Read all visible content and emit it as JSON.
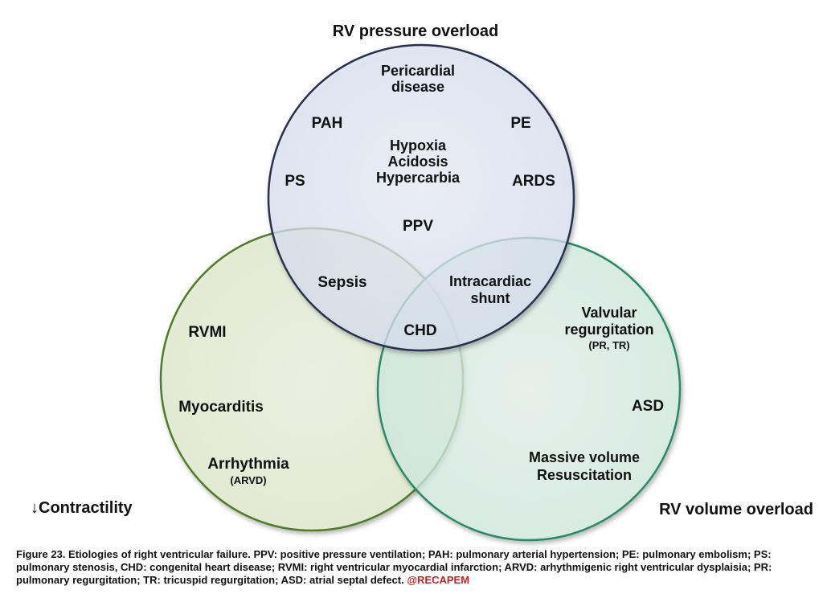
{
  "groups": {
    "pressure": "RV pressure overload",
    "contractility": "↓Contractility",
    "volume": "RV volume overload"
  },
  "circle_colors": {
    "pressure_fill": "#dce4f5",
    "pressure_stroke": "#27324f",
    "contractility_fill": "#e2edcf",
    "contractility_stroke": "#4f7d2a",
    "volume_fill": "#d4efe4",
    "volume_stroke": "#2a8a68"
  },
  "labels": {
    "pericardial_1": "Pericardial",
    "pericardial_2": "disease",
    "pah": "PAH",
    "pe": "PE",
    "hypoxia": "Hypoxia",
    "acidosis": "Acidosis",
    "hypercarbia": "Hypercarbia",
    "ps": "PS",
    "ards": "ARDS",
    "ppv": "PPV",
    "sepsis": "Sepsis",
    "intracardiac_1": "Intracardiac",
    "intracardiac_2": "shunt",
    "chd": "CHD",
    "rvmi": "RVMI",
    "valvular_1": "Valvular",
    "valvular_2": "regurgitation",
    "valvular_3": "(PR, TR)",
    "myocarditis": "Myocarditis",
    "asd": "ASD",
    "arrhythmia": "Arrhythmia",
    "arvd": "(ARVD)",
    "massive_1": "Massive volume",
    "massive_2": "Resuscitation"
  },
  "caption": {
    "text": "Figure 23. Etiologies of right ventricular failure. PPV: positive pressure ventilation; PAH: pulmonary arterial hypertension; PE: pulmonary embolism; PS: pulmonary stenosis, CHD: congenital heart disease; RVMI: right ventricular myocardial infarction; ARVD: arhythmigenic right ventricular dysplaisia; PR: pulmonary regurgitation; TR: tricuspid regurgitation; ASD: atrial septal defect.",
    "tag": "@RECAPEM"
  }
}
